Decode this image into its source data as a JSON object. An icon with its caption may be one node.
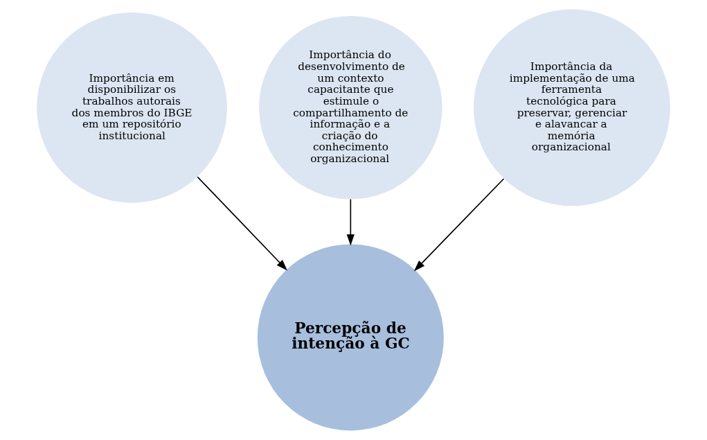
{
  "diagram": {
    "nodes": [
      {
        "text": [
          "Importância em disponibilizar os trabalhos autorais dos membros do IBGE em um repositório institucional"
        ]
      },
      {
        "text": [
          "Importância do desenvolvimento de um contexto capacitante que estimule o compartilhamento de informação e a criação do conhecimento organizacional"
        ]
      },
      {
        "text": [
          "Importância da implementação de uma ferramenta tecnológica para preservar, gerenciar e alavancar a memória organizacional"
        ]
      },
      {
        "text": [
          "Percepção de intenção à GC"
        ]
      }
    ],
    "edges": [
      {
        "from": 0,
        "to": 3,
        "arrow": "to"
      },
      {
        "from": 1,
        "to": 3,
        "arrow": "to"
      },
      {
        "from": 2,
        "to": 3,
        "arrow": "to"
      }
    ]
  }
}
